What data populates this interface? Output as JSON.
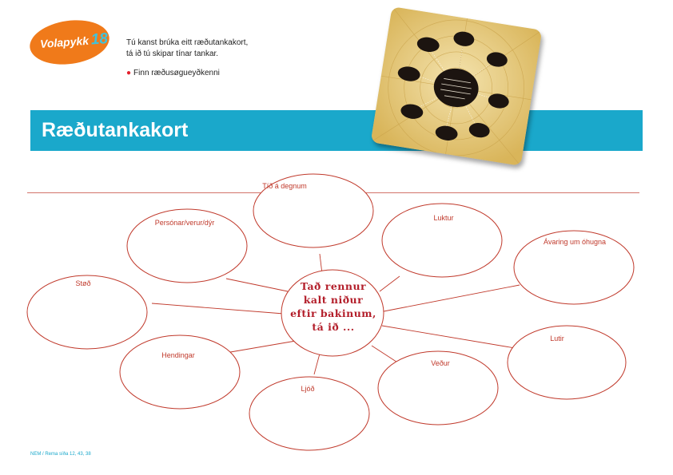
{
  "badge": {
    "text": "Volapykk",
    "number": "18"
  },
  "intro": {
    "lines": [
      "Tú kanst brúka eitt ræðutankakort,",
      "tá ið tú skipar tínar tankar."
    ],
    "bullet": "Finn ræðusøgueyðkenni"
  },
  "title": "Ræðutankakort",
  "center": {
    "lines": [
      "Tað rennur",
      "kalt niður",
      "eftir bakinum,",
      "tá ið ..."
    ]
  },
  "nodes": [
    {
      "label": "Tíð á degnum"
    },
    {
      "label": "Persónar/verur/dýr"
    },
    {
      "label": "Luktur"
    },
    {
      "label": "Ávaring um óhugna"
    },
    {
      "label": "Støð"
    },
    {
      "label": "Lutir"
    },
    {
      "label": "Hendingar"
    },
    {
      "label": "Veður"
    },
    {
      "label": "Ljóð"
    }
  ],
  "footer": "NEM / Rema síða 12, 43, 38",
  "colors": {
    "badge": "#f07a1a",
    "banner": "#1aa8cb",
    "line": "#c0392b",
    "center_text": "#b31e2a"
  }
}
